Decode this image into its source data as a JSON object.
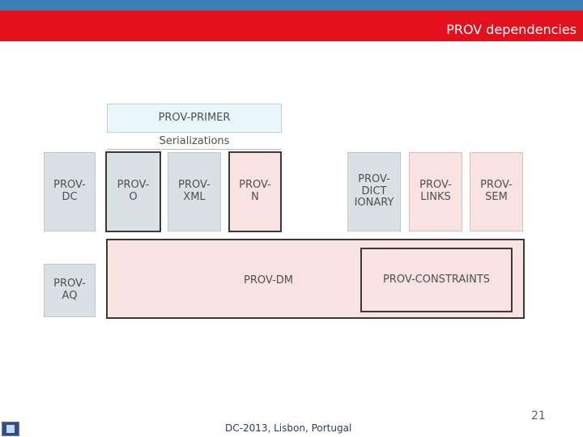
{
  "slide": {
    "title": "PROV dependencies",
    "footer": "DC-2013, Lisbon, Portugal",
    "page_number": "21"
  },
  "diagram": {
    "primer": "PROV-PRIMER",
    "serializations": "Serializations",
    "prov_dc": "PROV-\nDC",
    "prov_o": "PROV-\nO",
    "prov_xml": "PROV-\nXML",
    "prov_n": "PROV-\nN",
    "prov_dictionary": "PROV-\nDICT\nIONARY",
    "prov_links": "PROV-\nLINKS",
    "prov_sem": "PROV-\nSEM",
    "prov_aq": "PROV-\nAQ",
    "prov_dm": "PROV-DM",
    "prov_constraints": "PROV-CONSTRAINTS"
  },
  "colors": {
    "title_bar": "#e3101e",
    "top_strip": "#3a7fb5",
    "gray_box": "#d9e1e4",
    "pink_box": "#f8e2e2",
    "primer_box": "#e9f7fa"
  }
}
